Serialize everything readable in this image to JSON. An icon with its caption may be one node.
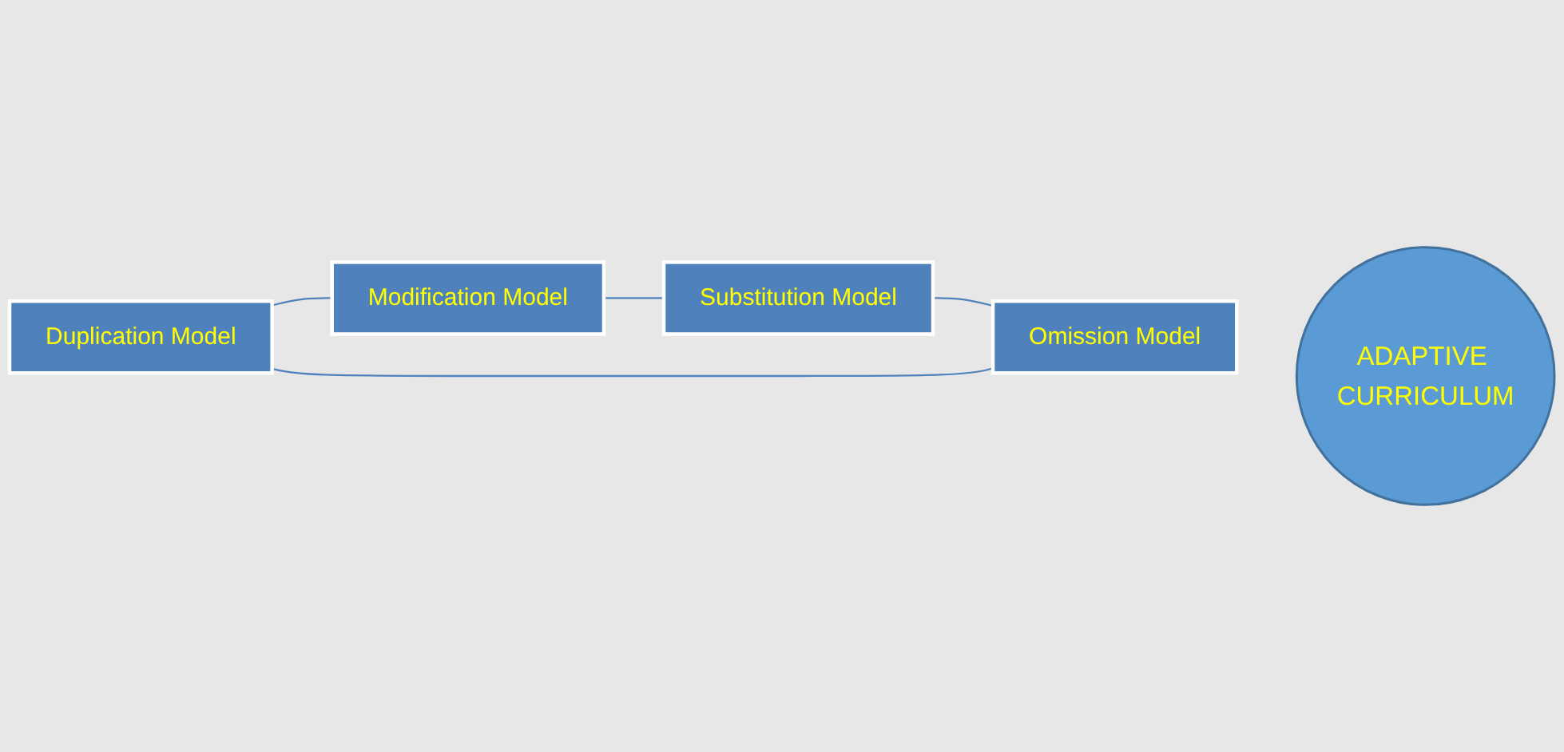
{
  "diagram": {
    "nodes": [
      {
        "text": [
          "Duplication Model"
        ]
      },
      {
        "text": [
          "Omission Model"
        ]
      },
      {
        "text": [
          "ADAPTIVE CURRICULUM"
        ]
      },
      {
        "text": [
          "Modification Model"
        ]
      },
      {
        "text": [
          "Substitution Model"
        ]
      }
    ],
    "edges": [
      {
        "from": 0,
        "to": 3,
        "arrow": "none"
      },
      {
        "from": 3,
        "to": 4,
        "arrow": "none"
      },
      {
        "from": 4,
        "to": 1,
        "arrow": "none"
      },
      {
        "from": 1,
        "to": 0,
        "arrow": "none"
      }
    ]
  }
}
